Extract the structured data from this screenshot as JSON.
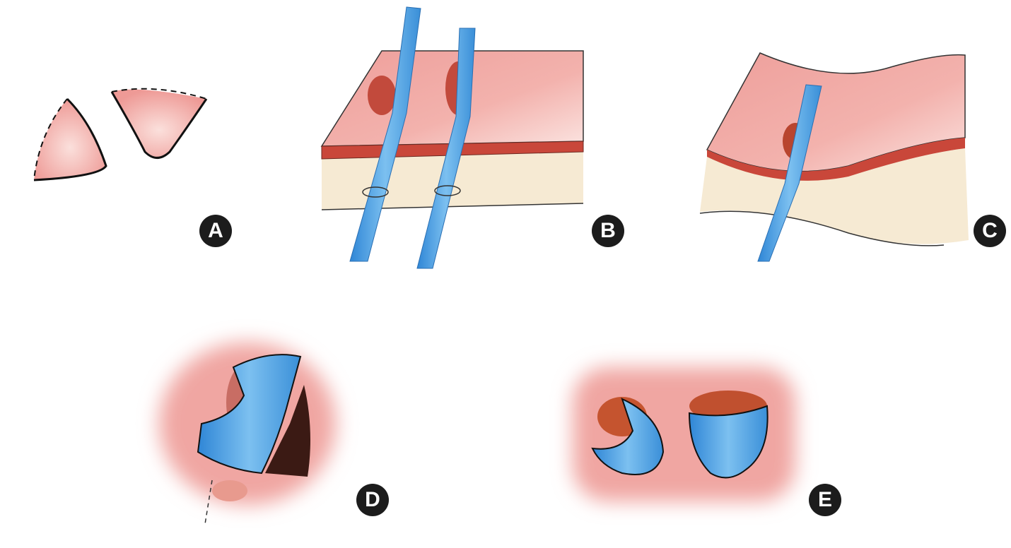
{
  "panels": [
    {
      "label": "A"
    },
    {
      "label": "B"
    },
    {
      "label": "C"
    },
    {
      "label": "D"
    },
    {
      "label": "E"
    }
  ],
  "colors": {
    "skin": "#f1a4a0",
    "dermis_edge": "#c9473a",
    "subcutaneous": "#f6ead3",
    "tube": "#5aa9e6",
    "label_bg": "#1c1c1c"
  }
}
